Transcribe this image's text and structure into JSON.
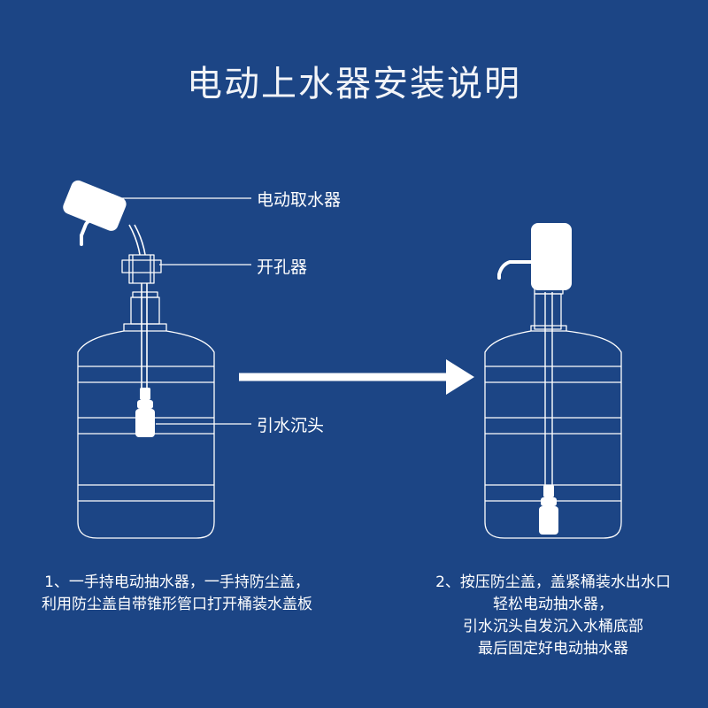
{
  "title": "电动上水器安装说明",
  "labels": {
    "pump": "电动取水器",
    "opener": "开孔器",
    "sinker": "引水沉头"
  },
  "step1": [
    "1、一手持电动抽水器，一手持防尘盖，",
    "利用防尘盖自带锥形管口打开桶装水盖板"
  ],
  "step2": [
    "2、按压防尘盖，盖紧桶装水出水口",
    "轻松电动抽水器，",
    "引水沉头自发沉入水桶底部",
    "最后固定好电动抽水器"
  ],
  "colors": {
    "background": "#1c4585",
    "line": "#ffffff"
  }
}
